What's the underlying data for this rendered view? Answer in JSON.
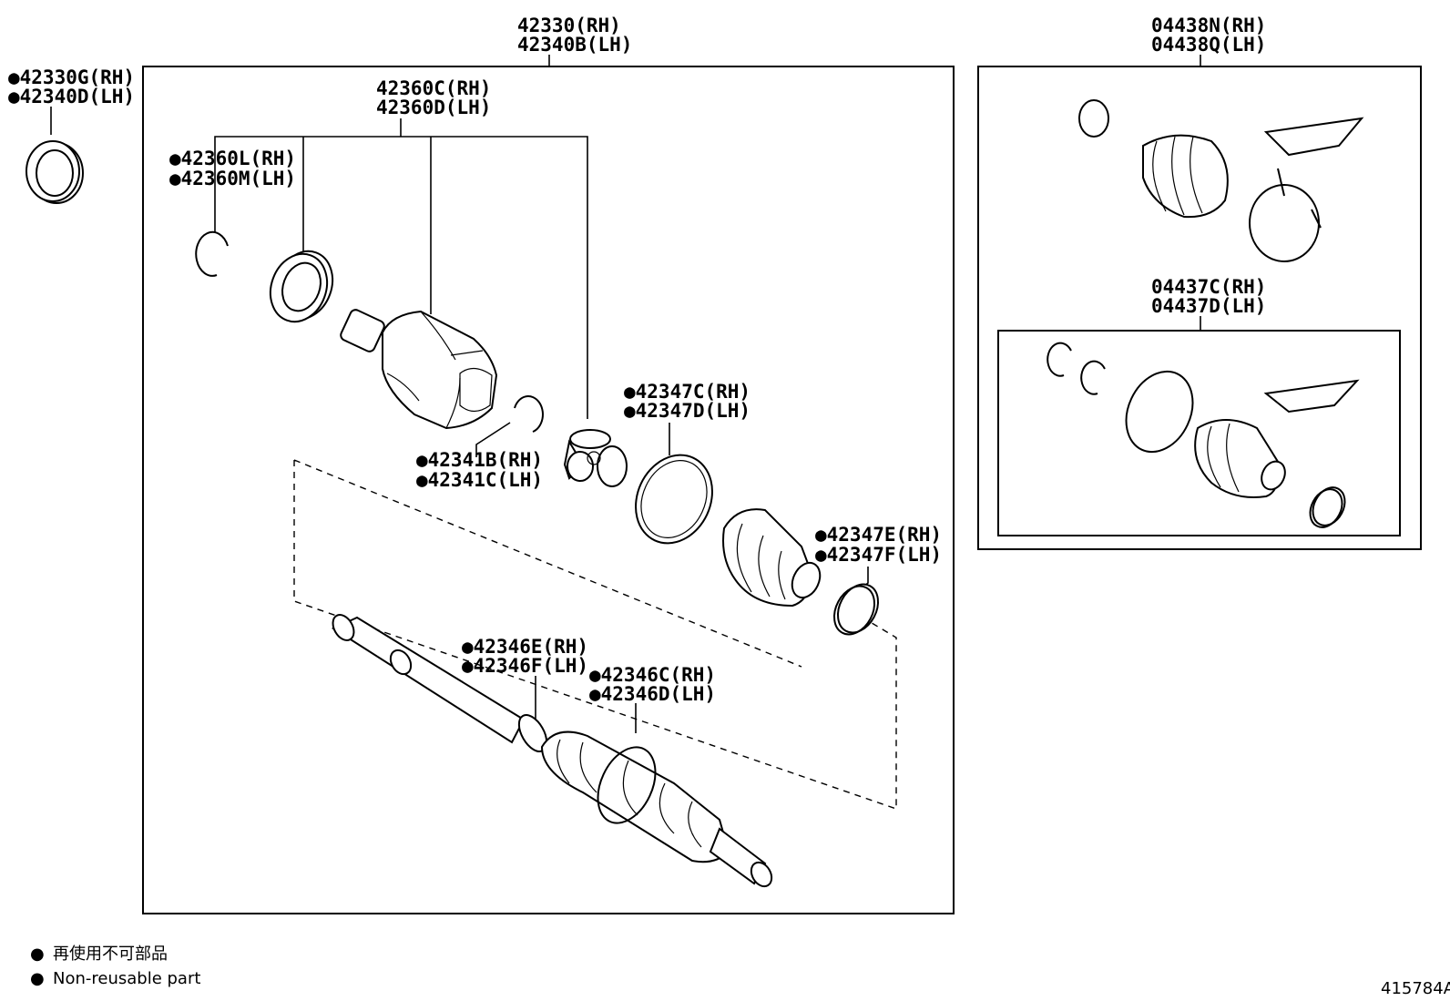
{
  "assembly": {
    "label_rh": "42330(RH)",
    "label_lh": "42340B(LH)"
  },
  "inboard_joint": {
    "label_rh": "42360C(RH)",
    "label_lh": "42360D(LH)"
  },
  "callouts": {
    "outer_seal": {
      "rh": "●42330G(RH)",
      "lh": "●42340D(LH)"
    },
    "snap_ring_outer": {
      "rh": "●42360L(RH)",
      "lh": "●42360M(LH)"
    },
    "snap_ring_inner": {
      "rh": "●42341B(RH)",
      "lh": "●42341C(LH)"
    },
    "boot_clamp_large": {
      "rh": "●42347C(RH)",
      "lh": "●42347D(LH)"
    },
    "boot_clamp_small": {
      "rh": "●42347E(RH)",
      "lh": "●42347F(LH)"
    },
    "shaft_clamp": {
      "rh": "●42346E(RH)",
      "lh": "●42346F(LH)"
    },
    "outboard_clamp": {
      "rh": "●42346C(RH)",
      "lh": "●42346D(LH)"
    }
  },
  "boot_kit_outboard": {
    "label_rh": "04438N(RH)",
    "label_lh": "04438Q(LH)"
  },
  "boot_kit_inboard": {
    "label_rh": "04437C(RH)",
    "label_lh": "04437D(LH)"
  },
  "legend": {
    "bullet": "●",
    "japanese": "再使用不可部品",
    "english": "Non-reusable part"
  },
  "diagram_id": "415784A"
}
